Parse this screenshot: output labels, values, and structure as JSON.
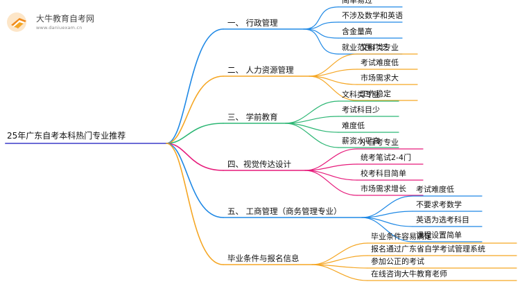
{
  "logo": {
    "name": "大牛教育自考网",
    "url": "www.daniuexam.cn"
  },
  "mindmap": {
    "root": "25年广东自考本科热门专业推荐",
    "branches": [
      {
        "label": "一、 行政管理",
        "color": "#1e88e5",
        "children": [
          "简单易过",
          "不涉及数学和英语",
          "含金量高",
          "就业范围广泛"
        ]
      },
      {
        "label": "二、 人力资源管理",
        "color": "#f5a623",
        "children": [
          "文科类专业",
          "考试难度低",
          "市场需求大",
          "工作稳定"
        ]
      },
      {
        "label": "三、 学前教育",
        "color": "#2bb673",
        "children": [
          "文科类专业",
          "考试科目少",
          "难度低",
          "薪资水平高"
        ]
      },
      {
        "label": "四、视觉传达设计",
        "color": "#e6197a",
        "children": [
          "小自考专业",
          "统考笔试2-4门",
          "校考科目简单",
          "市场需求增长"
        ]
      },
      {
        "label": "五、 工商管理（商务管理专业）",
        "color": "#1e88e5",
        "children": [
          "考试难度低",
          "不要求考数学",
          "英语为选考科目",
          "课程设置简单"
        ]
      },
      {
        "label": "毕业条件与报名信息",
        "color": "#f5a623",
        "children": [
          "毕业条件容易满足",
          "报名通过广东省自学考试管理系统",
          "参加公正的考试",
          "在线咨询大牛教育老师"
        ]
      }
    ]
  }
}
